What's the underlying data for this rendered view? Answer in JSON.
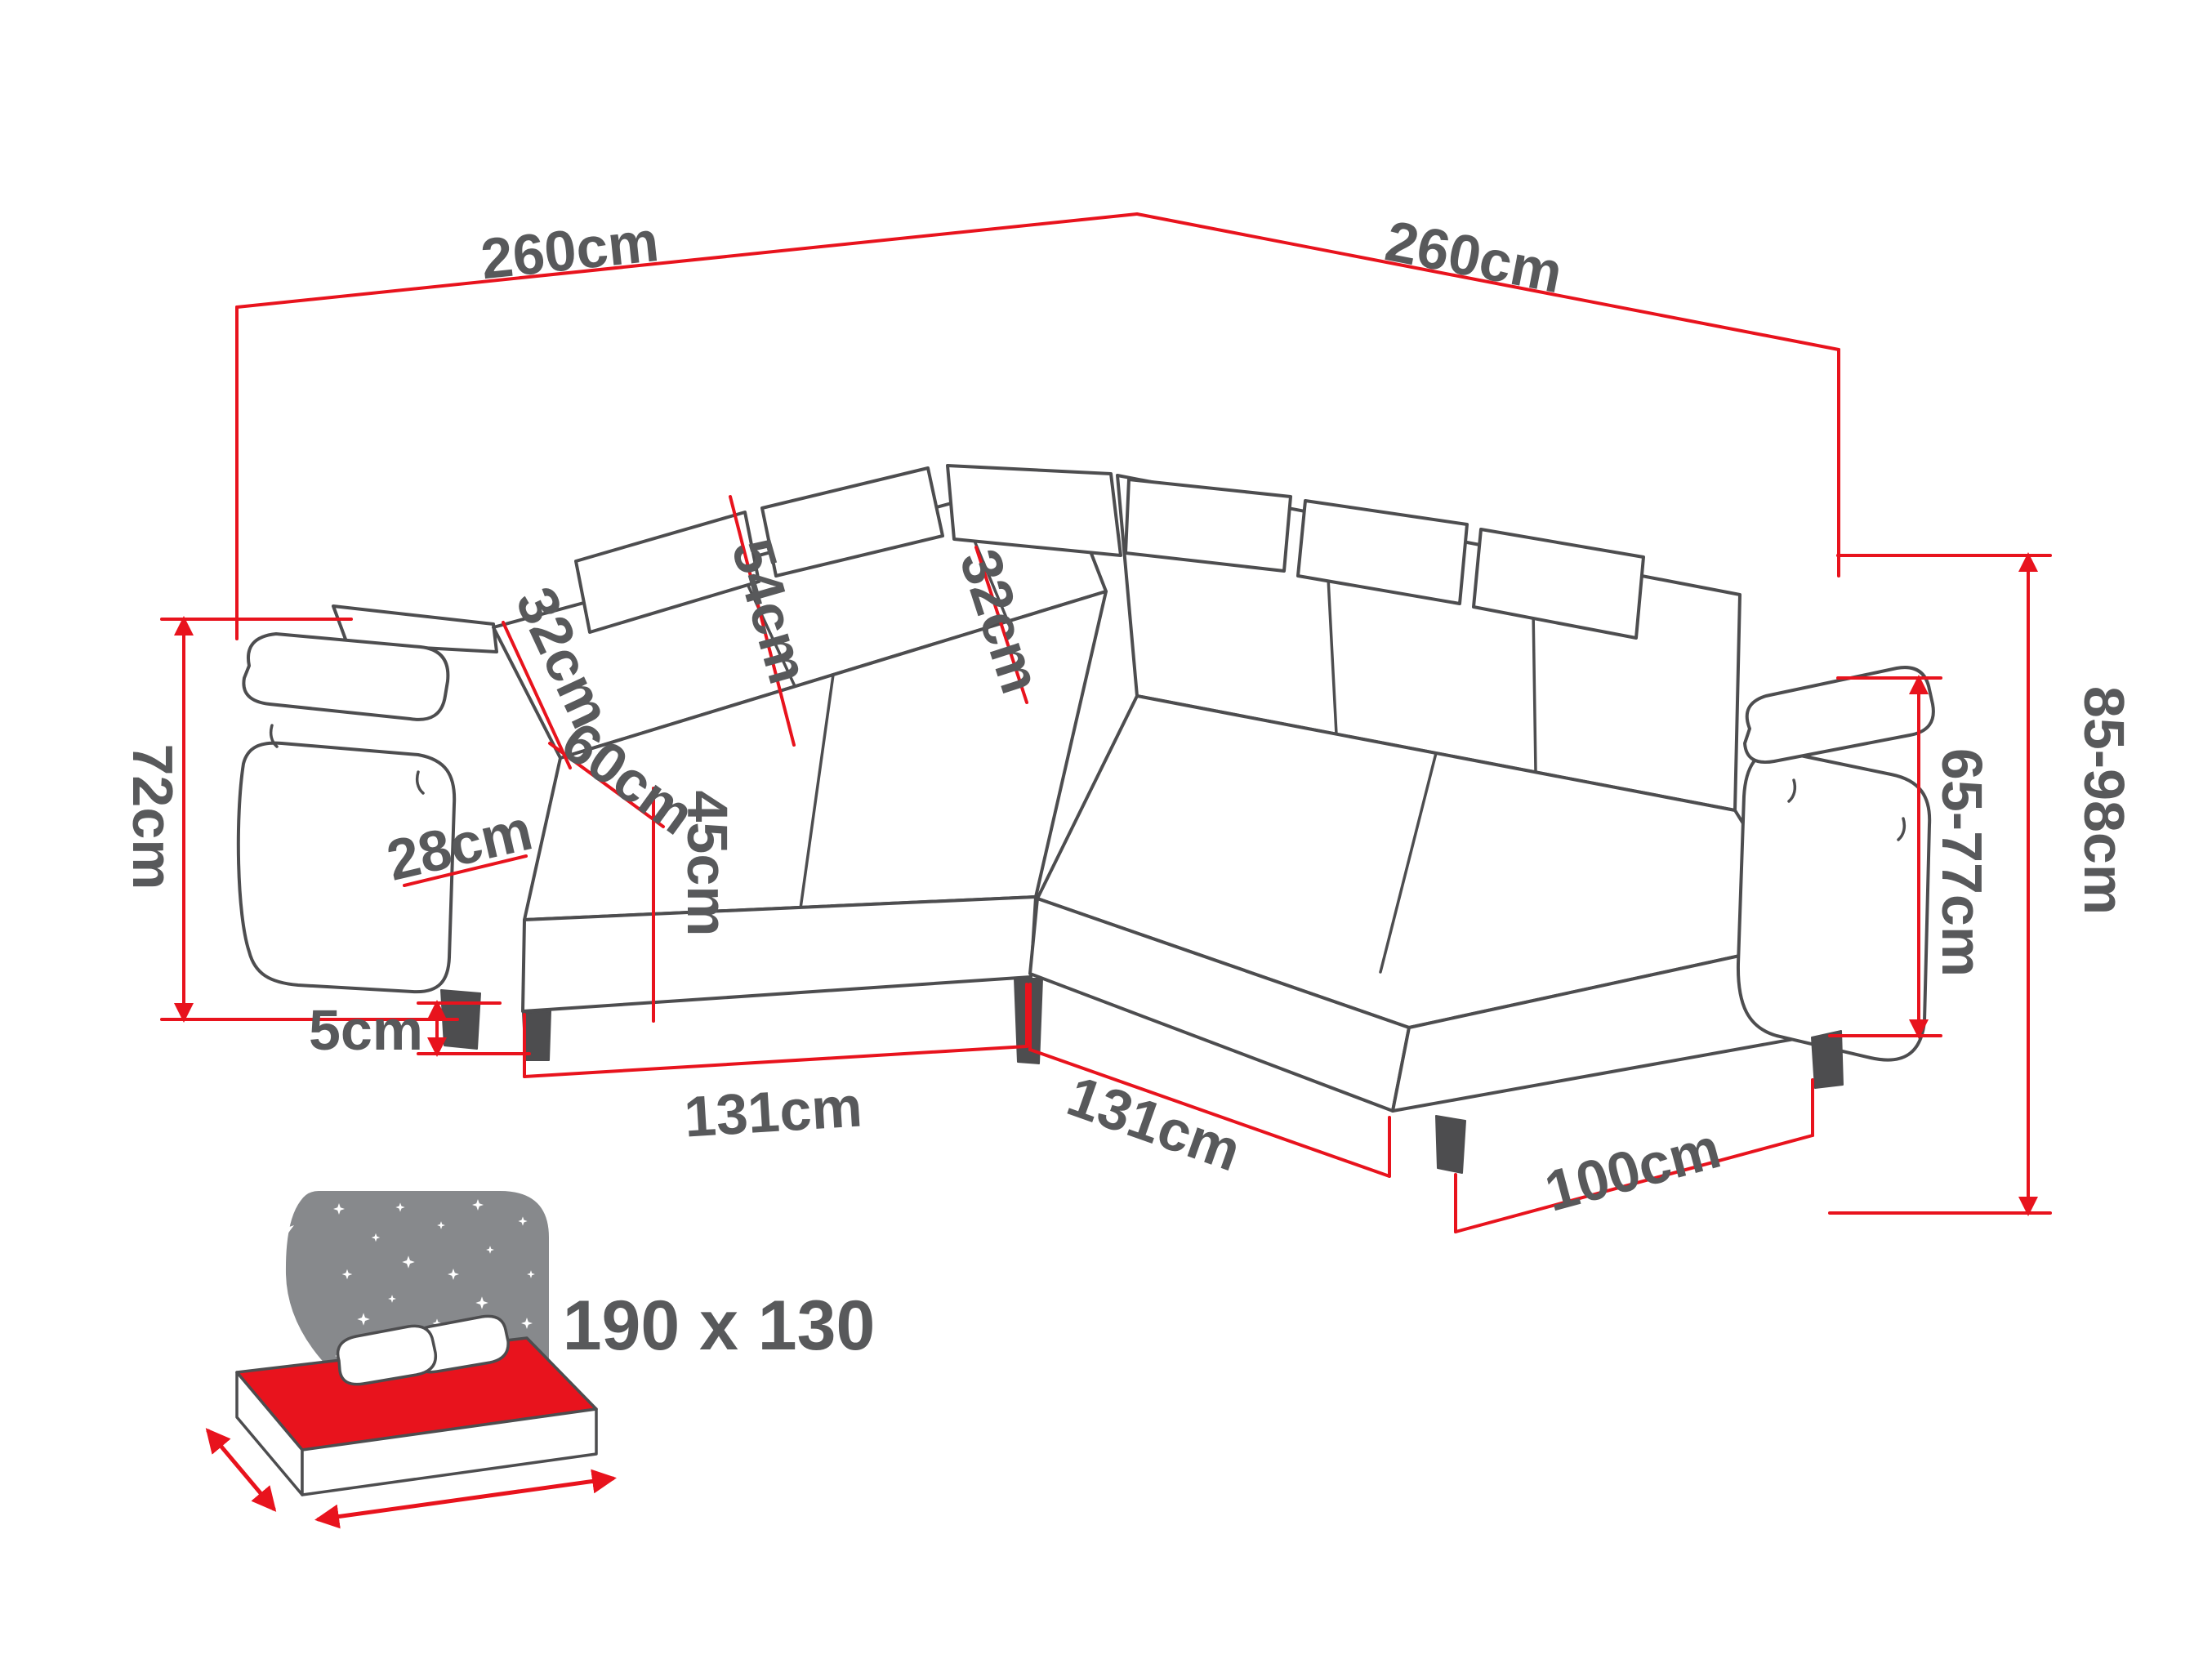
{
  "diagram": {
    "labels": {
      "overall_width_left": "260cm",
      "overall_width_right": "260cm",
      "armrest_height": "72cm",
      "backrest_top_depth_left": "32cm",
      "headrest_width": "54cm",
      "backrest_top_depth_right": "32cm",
      "seat_depth": "60cm",
      "seat_height": "45cm",
      "armrest_width": "28cm",
      "leg_height": "5cm",
      "seat_length_left": "131cm",
      "seat_length_right": "131cm",
      "section_depth": "100cm",
      "armrest_height_range": "65-77cm",
      "backrest_height_range": "85-98cm"
    },
    "bed": {
      "dimensions": "190 x 130"
    },
    "colors": {
      "dimension_red": "#e8131d",
      "outline_gray": "#4d4d4f",
      "text_gray": "#58595b",
      "night_gray": "#87898c"
    }
  }
}
